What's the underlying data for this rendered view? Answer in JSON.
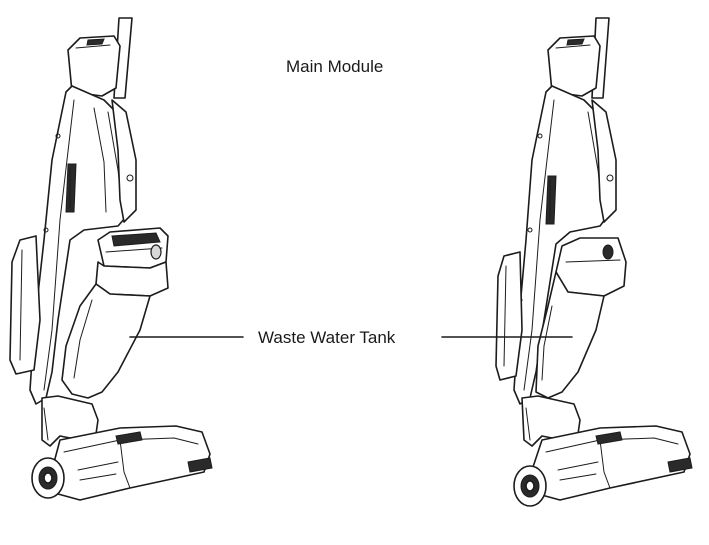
{
  "diagram": {
    "title": "Main Module",
    "callout": "Waste Water Tank"
  },
  "colors": {
    "line": "#1c1c1c",
    "background": "#ffffff",
    "dark_fill": "#2a2a2a",
    "light_fill": "#d8d8d8"
  },
  "figures": [
    {
      "name": "vacuum-with-tank-detached",
      "state": "tank removed"
    },
    {
      "name": "vacuum-with-tank-installed",
      "state": "tank installed"
    }
  ]
}
